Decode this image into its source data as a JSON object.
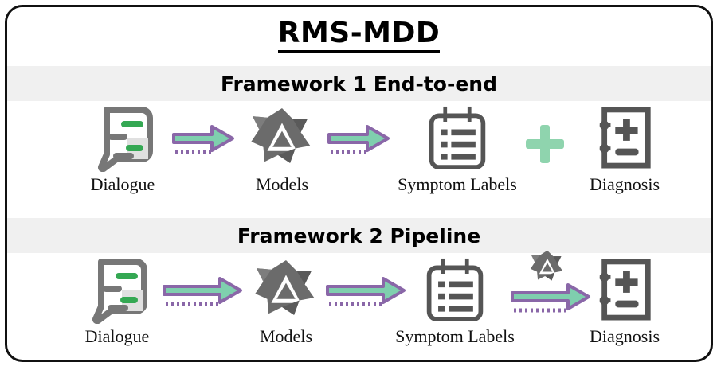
{
  "figure": {
    "title": "RMS-MDD",
    "border_color": "#111111",
    "band_background": "#f0f0f0"
  },
  "colors": {
    "icon_gray": "#555555",
    "dialogue_green": "#34a853",
    "dialogue_gray": "#777777",
    "dialogue_panel": "#e0e0e0",
    "arrow_outline": "#8a67a8",
    "arrow_fill": "#7fcfae",
    "plus_green": "#8fd4ae",
    "model_gray": "#6b6b6b",
    "model_shadow": "#4f4f4f"
  },
  "frameworks": [
    {
      "id": "framework-1",
      "header": "Framework 1 End-to-end",
      "nodes": [
        {
          "id": "dialogue",
          "label": "Dialogue",
          "icon": "dialogue-bubble-icon"
        },
        {
          "id": "models",
          "label": "Models",
          "icon": "models-3d-icon"
        },
        {
          "id": "symptom-labels",
          "label": "Symptom Labels",
          "icon": "clipboard-checklist-icon"
        },
        {
          "id": "diagnosis",
          "label": "Diagnosis",
          "icon": "notebook-plus-minus-icon"
        }
      ],
      "connectors": [
        {
          "id": "arrow-1",
          "icon": "dotted-arrow-right-icon",
          "from": "dialogue",
          "to": "models"
        },
        {
          "id": "arrow-2",
          "icon": "dotted-arrow-right-icon",
          "from": "models",
          "to": "symptom-labels"
        },
        {
          "id": "plus-1",
          "icon": "plus-icon",
          "from": "symptom-labels",
          "to": "diagnosis"
        }
      ]
    },
    {
      "id": "framework-2",
      "header": "Framework 2 Pipeline",
      "nodes": [
        {
          "id": "dialogue",
          "label": "Dialogue",
          "icon": "dialogue-bubble-icon"
        },
        {
          "id": "models",
          "label": "Models",
          "icon": "models-3d-icon"
        },
        {
          "id": "symptom-labels",
          "label": "Symptom Labels",
          "icon": "clipboard-checklist-icon"
        },
        {
          "id": "diagnosis",
          "label": "Diagnosis",
          "icon": "notebook-plus-minus-icon"
        }
      ],
      "connectors": [
        {
          "id": "arrow-1",
          "icon": "dotted-arrow-right-icon",
          "from": "dialogue",
          "to": "models"
        },
        {
          "id": "arrow-2",
          "icon": "dotted-arrow-right-icon",
          "from": "models",
          "to": "symptom-labels"
        },
        {
          "id": "arrow-3",
          "icon": "dotted-arrow-right-icon",
          "from": "symptom-labels",
          "to": "diagnosis",
          "badge": "models-3d-icon"
        }
      ]
    }
  ]
}
